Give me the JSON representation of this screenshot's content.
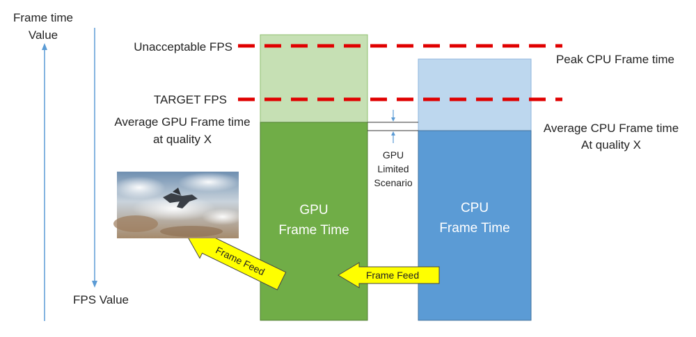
{
  "labels": {
    "y_axis_top": [
      "Frame time",
      "Value"
    ],
    "y_axis_bottom": "FPS Value",
    "unacceptable_fps": "Unacceptable FPS",
    "target_fps": "TARGET FPS",
    "avg_gpu": [
      "Average GPU Frame time",
      "at quality X"
    ],
    "avg_cpu": [
      "Average CPU Frame time",
      "At quality X"
    ],
    "peak_cpu": "Peak CPU Frame time",
    "gpu_limited": [
      "GPU",
      "Limited",
      "Scenario"
    ],
    "gpu_bar": [
      "GPU",
      "Frame Time"
    ],
    "cpu_bar": [
      "CPU",
      "Frame Time"
    ],
    "frame_feed_left": "Frame Feed",
    "frame_feed_center": "Frame Feed"
  },
  "colors": {
    "gpu_dark": "#70ad47",
    "gpu_light": "#c6e0b4",
    "cpu_dark": "#5b9bd5",
    "cpu_light": "#bdd7ee",
    "dashed_line": "#e00000",
    "arrow_fill": "#ffff00",
    "axis_line": "#5b9bd5"
  },
  "icons": {
    "image": "fighter-jet-over-clouds-image"
  }
}
